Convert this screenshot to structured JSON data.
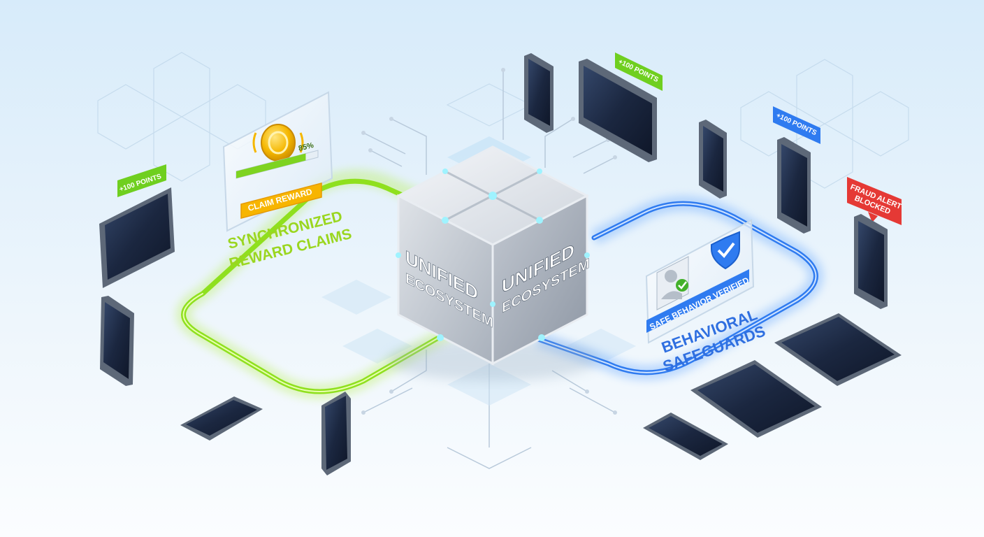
{
  "center": {
    "left_face": {
      "line1": "UNIFIED",
      "line2": "ECOSYSTEM"
    },
    "right_face": {
      "line1": "UNIFIED",
      "line2": "ECOSYSTEM"
    }
  },
  "left_panel": {
    "progress_label": "85%",
    "progress_value": 0.85,
    "claim_button": "CLAIM REWARD",
    "title_line1": "SYNCHRONIZED",
    "title_line2": "REWARD CLAIMS"
  },
  "right_panel": {
    "verified_label": "SAFE BEHAVIOR VERIFIED",
    "title_line1": "BEHAVIORAL",
    "title_line2": "SAFEGUARDS"
  },
  "badges": {
    "left_points": "+100 POINTS",
    "top_points": "+100 POINTS",
    "right_points": "+100 POINTS",
    "fraud_line1": "FRAUD ALERT",
    "fraud_line2": "BLOCKED"
  },
  "colors": {
    "green": "#8fe01e",
    "blue": "#2f7bf0",
    "red": "#e53935",
    "cube": "#c9d0d9",
    "device": "#1c2a44"
  },
  "icons": {
    "coin": "coin-icon",
    "shield": "shield-check-icon",
    "user": "user-check-icon"
  }
}
